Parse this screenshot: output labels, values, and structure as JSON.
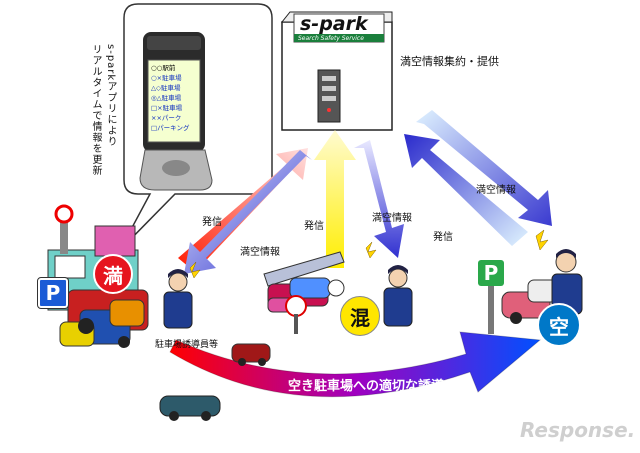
{
  "colors": {
    "send_arrow": "#ff1a00",
    "info_arrow": "#3333cc",
    "yellow_arrow": "#ffee00",
    "full": "#e6141e",
    "mixed": "#ffe600",
    "empty": "#0078c8",
    "parking_sign": "#1a5bd6",
    "p_sign_green": "#2aa84a",
    "guide_arrow_start": "#ff0000",
    "guide_arrow_end": "#0050ff",
    "guide_text": "#ffffff"
  },
  "server": {
    "logo_text": "s-park",
    "logo_sub": "Search Safety Service",
    "caption": "満空情報集約・提供"
  },
  "phone": {
    "screen_lines": [
      "○○駅前",
      "○×駐車場",
      "△◇駐車場",
      "◎△駐車場",
      "□×駐車場",
      "××パーク",
      "□パーキング"
    ]
  },
  "bubble": {
    "text_col1": "s-parkアプリにより",
    "text_col2": "リアルタイムで情報を更新"
  },
  "labels": {
    "send_1": "発信",
    "info_1": "満空情報",
    "send_2": "発信",
    "info_2": "満空情報",
    "send_3": "発信",
    "info_3": "満空情報",
    "attendant": "駐車場誘導員等",
    "guide": "空き駐車場への適切な誘導"
  },
  "status": {
    "full": "満",
    "mixed": "混",
    "empty": "空"
  },
  "parking_sign_letter": "P",
  "watermark": "Response."
}
